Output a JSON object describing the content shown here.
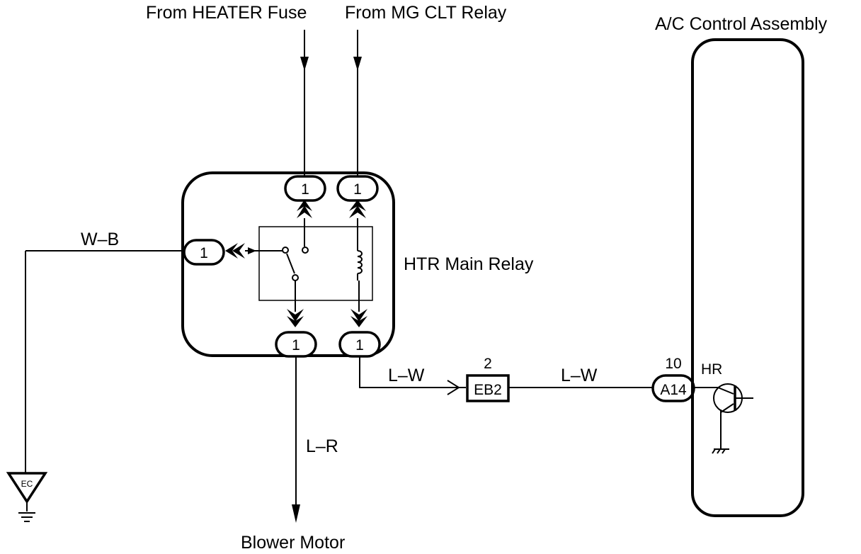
{
  "labels": {
    "from_heater_fuse": "From HEATER Fuse",
    "from_mg_clt_relay": "From MG CLT Relay",
    "ac_control_assembly": "A/C Control Assembly",
    "htr_main_relay": "HTR Main Relay",
    "blower_motor": "Blower Motor",
    "ground_ec": "EC"
  },
  "wire_colors": {
    "w_b": "W–B",
    "l_r": "L–R",
    "l_w_relay_side": "L–W",
    "l_w_ac_side": "L–W"
  },
  "relay_pins": {
    "top_left": "1",
    "top_right": "1",
    "left": "1",
    "bottom_left": "1",
    "bottom_right": "1"
  },
  "junction": {
    "pin_number": "2",
    "connector": "EB2"
  },
  "ac_connector": {
    "pin_number": "10",
    "connector": "A14",
    "terminal": "HR"
  }
}
